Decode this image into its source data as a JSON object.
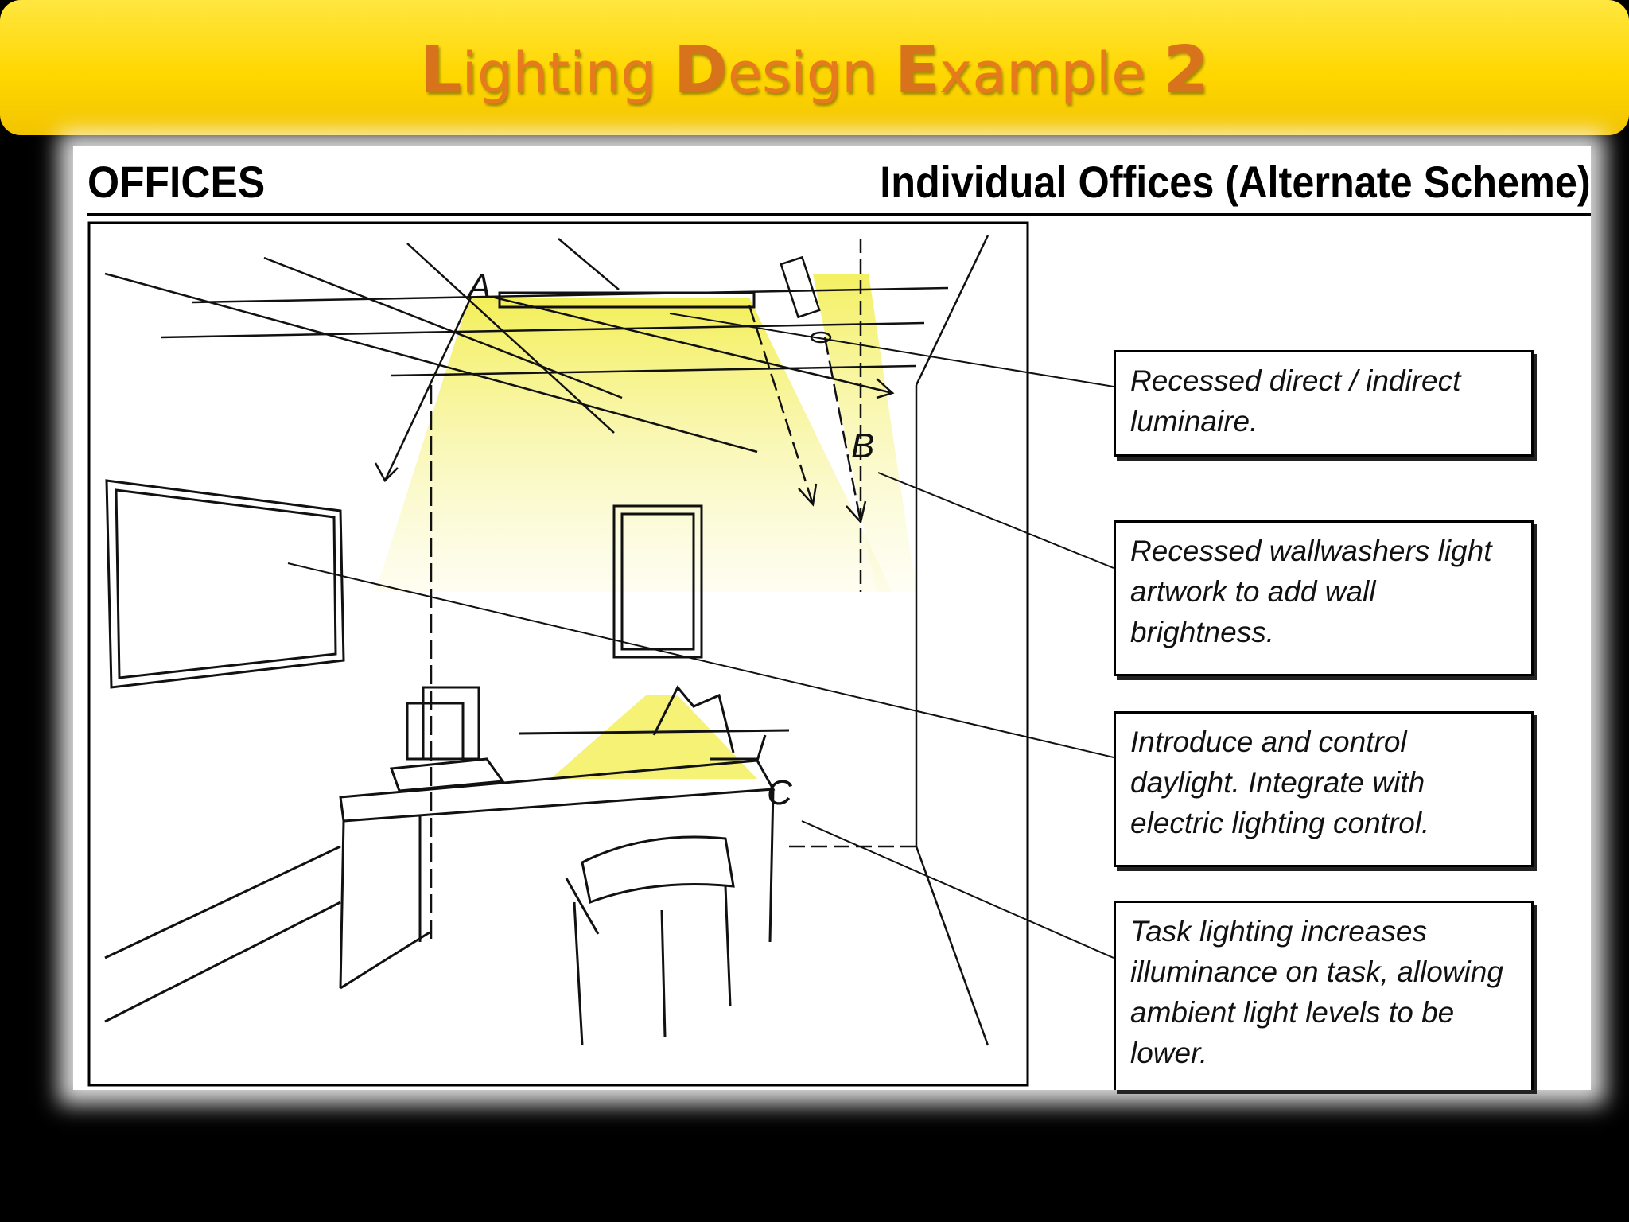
{
  "title": {
    "parts": [
      {
        "cap": "L",
        "rest": "ighting "
      },
      {
        "cap": "D",
        "rest": "esign "
      },
      {
        "cap": "E",
        "rest": "xample "
      },
      {
        "cap": "2",
        "rest": ""
      }
    ]
  },
  "header": {
    "left": "OFFICES",
    "right": "Individual Offices (Alternate Scheme)"
  },
  "markers": {
    "a": "A",
    "b": "B",
    "c": "C"
  },
  "callouts": [
    {
      "text": "Recessed direct / indirect luminaire."
    },
    {
      "text": "Recessed wallwashers light artwork to add wall brightness."
    },
    {
      "text": "Introduce and control daylight. Integrate with electric lighting control."
    },
    {
      "text": "Task lighting increases illuminance on task, allowing ambient light levels to be lower."
    }
  ],
  "colors": {
    "title_bg": "#ffd700",
    "title_text": "#e87a1e",
    "light_glow": "#f4ef5a"
  }
}
